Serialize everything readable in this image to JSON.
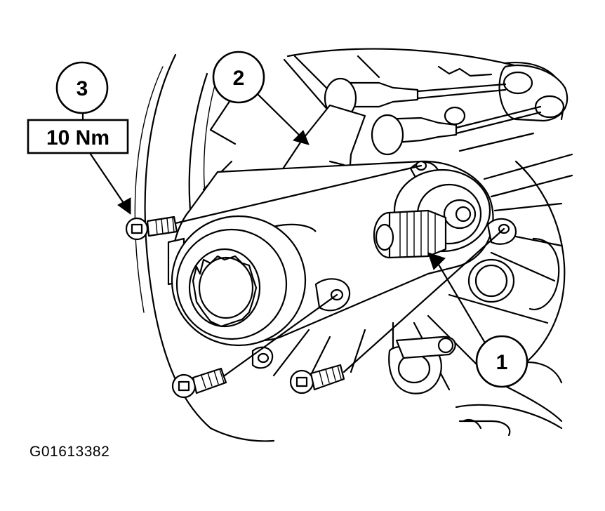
{
  "callouts": {
    "one": "1",
    "two": "2",
    "three": "3"
  },
  "torque": "10 Nm",
  "figure_id": "G01613382"
}
